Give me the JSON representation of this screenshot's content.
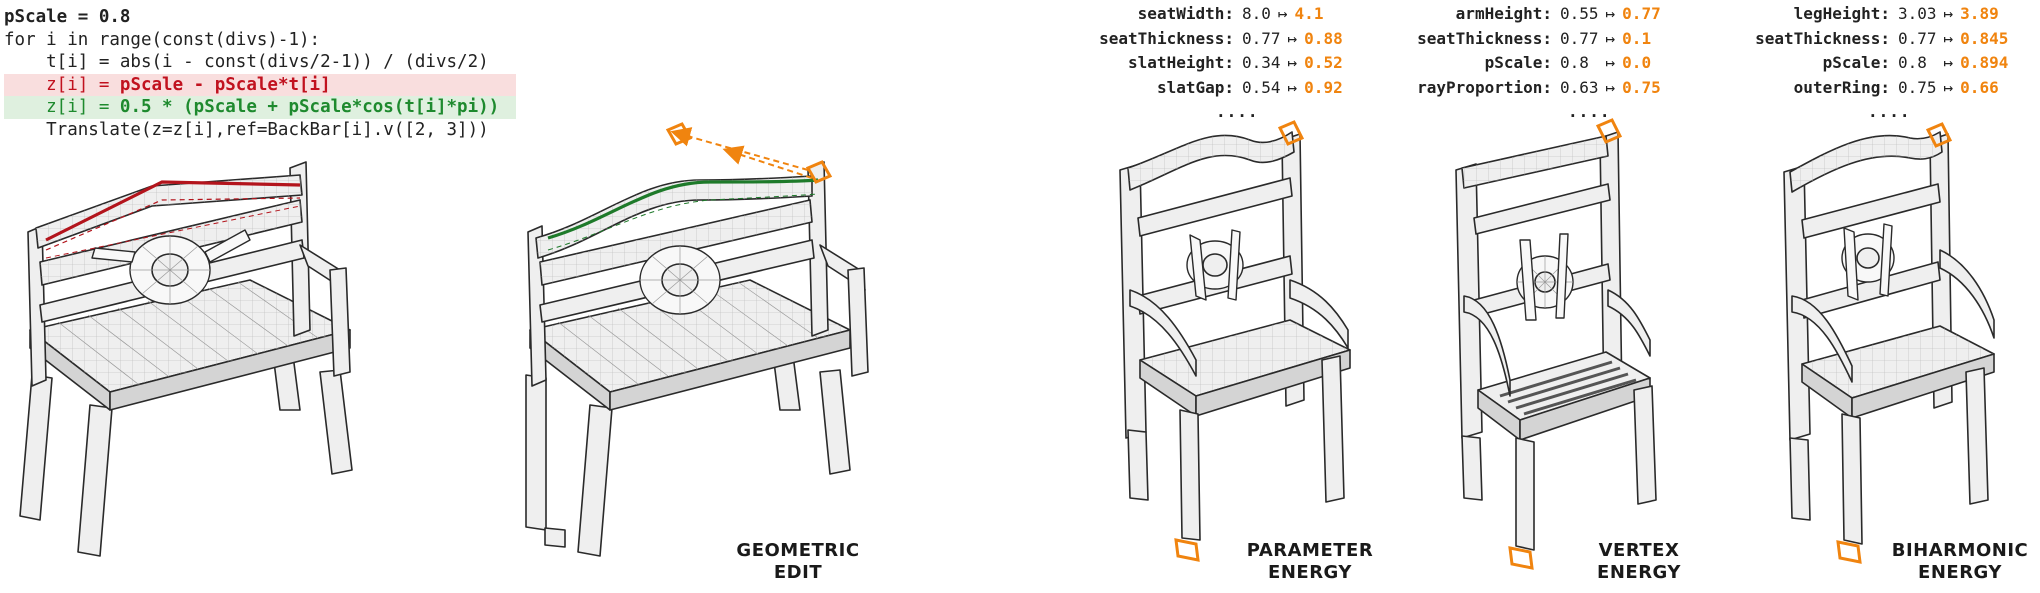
{
  "code": {
    "line1": "pScale = 0.8",
    "line2": "for i in range(const(divs)-1):",
    "line3": "    t[i] = abs(i - const(divs/2-1)) / (divs/2)",
    "line4_prefix": "    z[i] = ",
    "line4_expr": "pScale - pScale*t[i]",
    "line5_prefix": "    z[i] = ",
    "line5_expr": "0.5 * (pScale + pScale*cos(t[i]*pi))",
    "line6": "    Translate(z=z[i],ref=BackBar[i].v([2, 3]))"
  },
  "colors": {
    "orange": "#f0840f",
    "red": "#b3141c",
    "green": "#1e7a2a",
    "highlight_red": "#f9dede",
    "highlight_green": "#dff0df"
  },
  "captions": {
    "geometric_1": "GEOMETRIC",
    "geometric_2": "EDIT",
    "parameter_1": "PARAMETER",
    "parameter_2": "ENERGY",
    "vertex_1": "VERTEX",
    "vertex_2": "ENERGY",
    "biharmonic_1": "BIHARMONIC",
    "biharmonic_2": "ENERGY"
  },
  "parameter_energy": {
    "rows": [
      {
        "name": "seatWidth:",
        "old": "8.0",
        "arrow": "↦",
        "new": "4.1"
      },
      {
        "name": "seatThickness:",
        "old": "0.77",
        "arrow": "↦",
        "new": "0.88"
      },
      {
        "name": "slatHeight:",
        "old": "0.34",
        "arrow": "↦",
        "new": "0.52"
      },
      {
        "name": "slatGap:",
        "old": "0.54",
        "arrow": "↦",
        "new": "0.92"
      }
    ],
    "ellipsis": "...."
  },
  "vertex_energy": {
    "rows": [
      {
        "name": "armHeight:",
        "old": "0.55",
        "arrow": "↦",
        "new": "0.77"
      },
      {
        "name": "seatThickness:",
        "old": "0.77",
        "arrow": "↦",
        "new": "0.1"
      },
      {
        "name": "pScale:",
        "old": "0.8",
        "arrow": " ↦",
        "new": "0.0"
      },
      {
        "name": "rayProportion:",
        "old": "0.63",
        "arrow": "↦",
        "new": "0.75"
      }
    ],
    "ellipsis": "...."
  },
  "biharmonic_energy": {
    "rows": [
      {
        "name": "legHeight:",
        "old": "3.03",
        "arrow": "↦",
        "new": "3.89"
      },
      {
        "name": "seatThickness:",
        "old": "0.77",
        "arrow": "↦",
        "new": "0.845"
      },
      {
        "name": "pScale:",
        "old": "0.8",
        "arrow": " ↦",
        "new": "0.894"
      },
      {
        "name": "outerRing:",
        "old": "0.75",
        "arrow": "↦",
        "new": "0.66"
      }
    ],
    "ellipsis": "...."
  }
}
